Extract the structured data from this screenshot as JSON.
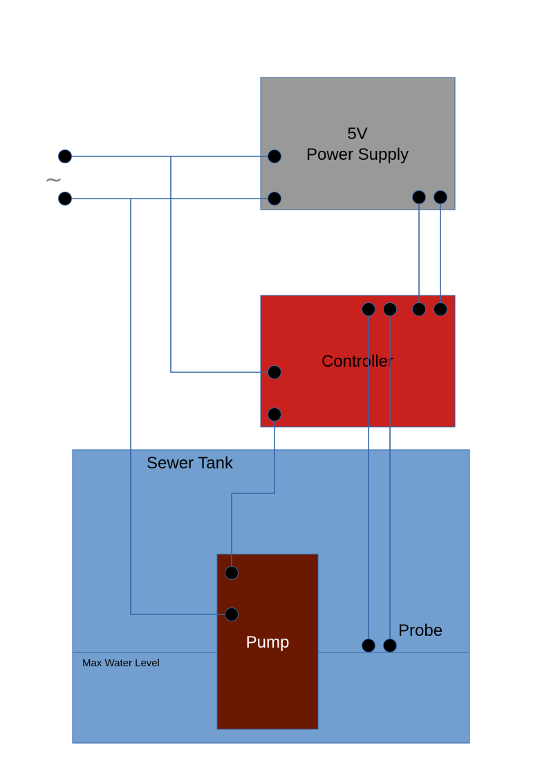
{
  "ac_source": {
    "symbol": "~"
  },
  "power_supply": {
    "label_line1": "5V",
    "label_line2": "Power Supply",
    "color": "#999999"
  },
  "controller": {
    "label": "Controller",
    "color": "#c9211e"
  },
  "sewer_tank": {
    "label": "Sewer Tank",
    "color": "#729fcf"
  },
  "pump": {
    "label": "Pump",
    "color": "#6b1800"
  },
  "probe": {
    "label": "Probe"
  },
  "max_water_level": {
    "label": "Max Water Level"
  },
  "colors": {
    "wire": "#3465a4",
    "terminal": "#000000"
  }
}
